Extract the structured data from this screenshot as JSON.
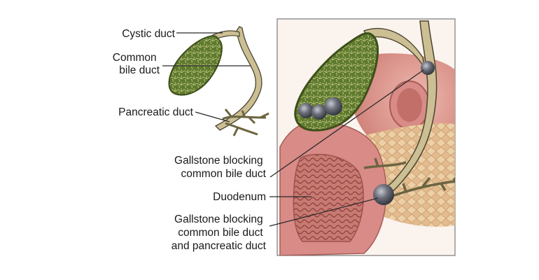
{
  "labels": {
    "cystic_duct": "Cystic duct",
    "common_bile_duct": [
      "Common",
      "bile duct"
    ],
    "pancreatic_duct": "Pancreatic duct",
    "gallstone_common": [
      "Gallstone blocking",
      "common bile duct"
    ],
    "duodenum": "Duodenum",
    "gallstone_pancreatic": [
      "Gallstone blocking",
      "common bile duct",
      "and pancreatic duct"
    ]
  },
  "colors": {
    "gallbladder_green": "#5f7a2e",
    "gallbladder_dark": "#3d4f1a",
    "duct_tan": "#cdbf94",
    "duct_outline": "#4a4630",
    "stomach_pink": "#dd9a92",
    "duodenum_pink": "#d88b87",
    "pancreas_tan": "#e9c9a0",
    "stone_gray": "#5a5c66"
  }
}
